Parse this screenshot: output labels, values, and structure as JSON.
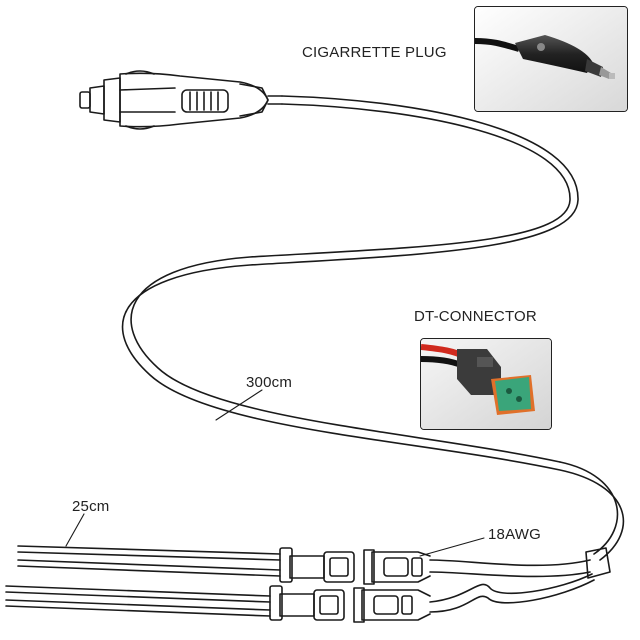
{
  "labels": {
    "cigarette_plug": "CIGARRETTE PLUG",
    "dt_connector": "DT-CONNECTOR",
    "cable_length_main": "300cm",
    "cable_length_leads": "25cm",
    "wire_gauge": "18AWG"
  },
  "colors": {
    "line": "#1a1a1a",
    "photo_bg": "#ececec",
    "plug_body": "#2b2b2b",
    "connector_green": "#3aa57a",
    "connector_orange": "#e0702a",
    "wire_red": "#d02a1e"
  }
}
